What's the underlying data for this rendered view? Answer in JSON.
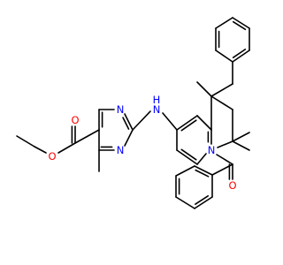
{
  "atoms": {
    "ester_O_alkyl": {
      "symbol": "O",
      "color": "#ff0000"
    },
    "ester_O_carbonyl": {
      "symbol": "O",
      "color": "#ff0000"
    },
    "pyrimidine_N1": {
      "symbol": "N",
      "color": "#0000ff"
    },
    "pyrimidine_N3": {
      "symbol": "N",
      "color": "#0000ff"
    },
    "amine_NH": {
      "symbol": "H",
      "color": "#0000ff"
    },
    "amine_N": {
      "symbol": "N",
      "color": "#0000ff"
    },
    "quinoline_N": {
      "symbol": "N",
      "color": "#0000ff"
    },
    "benzoyl_O": {
      "symbol": "O",
      "color": "#ff0000"
    }
  },
  "bond_color": "#000000"
}
